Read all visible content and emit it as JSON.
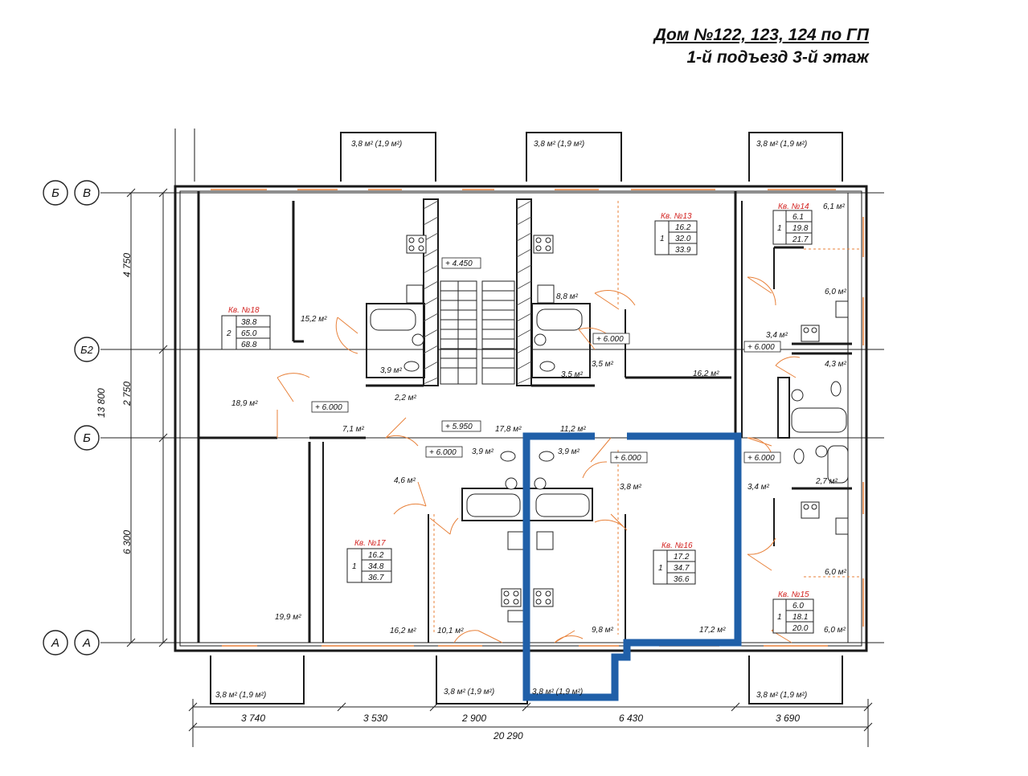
{
  "title": {
    "line1": "Дом №122, 123, 124 по ГП",
    "line2": "1-й подъезд 3-й этаж"
  },
  "colors": {
    "wall": "#1a1a1a",
    "door_swing": "#e8813a",
    "apartment_label": "#d2211f",
    "highlight": "#1f5fa8"
  },
  "axes": [
    {
      "id": "Б-top",
      "label": "Б"
    },
    {
      "id": "В",
      "label": "В"
    },
    {
      "id": "Б2",
      "label": "Б2"
    },
    {
      "id": "Б",
      "label": "Б"
    },
    {
      "id": "А1",
      "label": "А"
    },
    {
      "id": "А2",
      "label": "А"
    }
  ],
  "dims_vertical": {
    "total": "13 800",
    "d1": "4 750",
    "d2": "2 750",
    "d3": "6 300"
  },
  "dims_horizontal": {
    "d1": "3 740",
    "d2": "3 530",
    "d3": "2 900",
    "d4": "6 430",
    "d5": "3 690",
    "total": "20 290"
  },
  "balconies": {
    "top1": "3,8 м² (1,9 м²)",
    "top2": "3,8 м² (1,9 м²)",
    "top3": "3,8 м² (1,9 м²)",
    "bot1": "3,8 м² (1,9 м²)",
    "bot2": "3,8 м² (1,9 м²)",
    "bot3": "3,8 м² (1,9 м²)",
    "bot4": "3,8 м² (1,9 м²)"
  },
  "apartments": [
    {
      "name": "Кв. №18",
      "rooms": "2",
      "a": "38.8",
      "b": "65.0",
      "c": "68.8"
    },
    {
      "name": "Кв. №13",
      "rooms": "1",
      "a": "16.2",
      "b": "32.0",
      "c": "33.9"
    },
    {
      "name": "Кв. №14",
      "rooms": "1",
      "a": "6.1",
      "b": "19.8",
      "c": "21.7"
    },
    {
      "name": "Кв. №17",
      "rooms": "1",
      "a": "16.2",
      "b": "34.8",
      "c": "36.7"
    },
    {
      "name": "Кв. №16",
      "rooms": "1",
      "a": "17.2",
      "b": "34.7",
      "c": "36.6"
    },
    {
      "name": "Кв. №15",
      "rooms": "1",
      "a": "6.0",
      "b": "18.1",
      "c": "20.0"
    }
  ],
  "room_areas": {
    "r1": "15,2 м²",
    "r2": "18,9 м²",
    "r3": "7,1 м²",
    "r4": "2,2 м²",
    "r5": "3,9 м²",
    "r6": "8,8 м²",
    "r7": "3,5 м²",
    "r8": "3,5 м²",
    "r9": "16,2 м²",
    "r10": "6,1 м²",
    "r11": "6,0 м²",
    "r12": "3,4 м²",
    "r13": "4,3 м²",
    "r14": "17,8 м²",
    "r15": "11,2 м²",
    "r16": "3,9 м²",
    "r17": "3,9 м²",
    "r18": "4,6 м²",
    "r19": "3,8 м²",
    "r20": "3,4 м²",
    "r21": "2,7 м²",
    "r22": "6,0 м²",
    "r23": "19,9 м²",
    "r24": "16,2 м²",
    "r25": "10,1 м²",
    "r26": "9,8 м²",
    "r27": "17,2 м²",
    "r28": "6,0 м²"
  },
  "levels": {
    "l1": "+ 4.450",
    "l2": "+ 6.000",
    "l3": "+ 6.000",
    "l4": "+ 6.000",
    "l5": "+ 5.950",
    "l6": "+ 6.000",
    "l7": "+ 6.000",
    "l8": "+ 6.000"
  }
}
